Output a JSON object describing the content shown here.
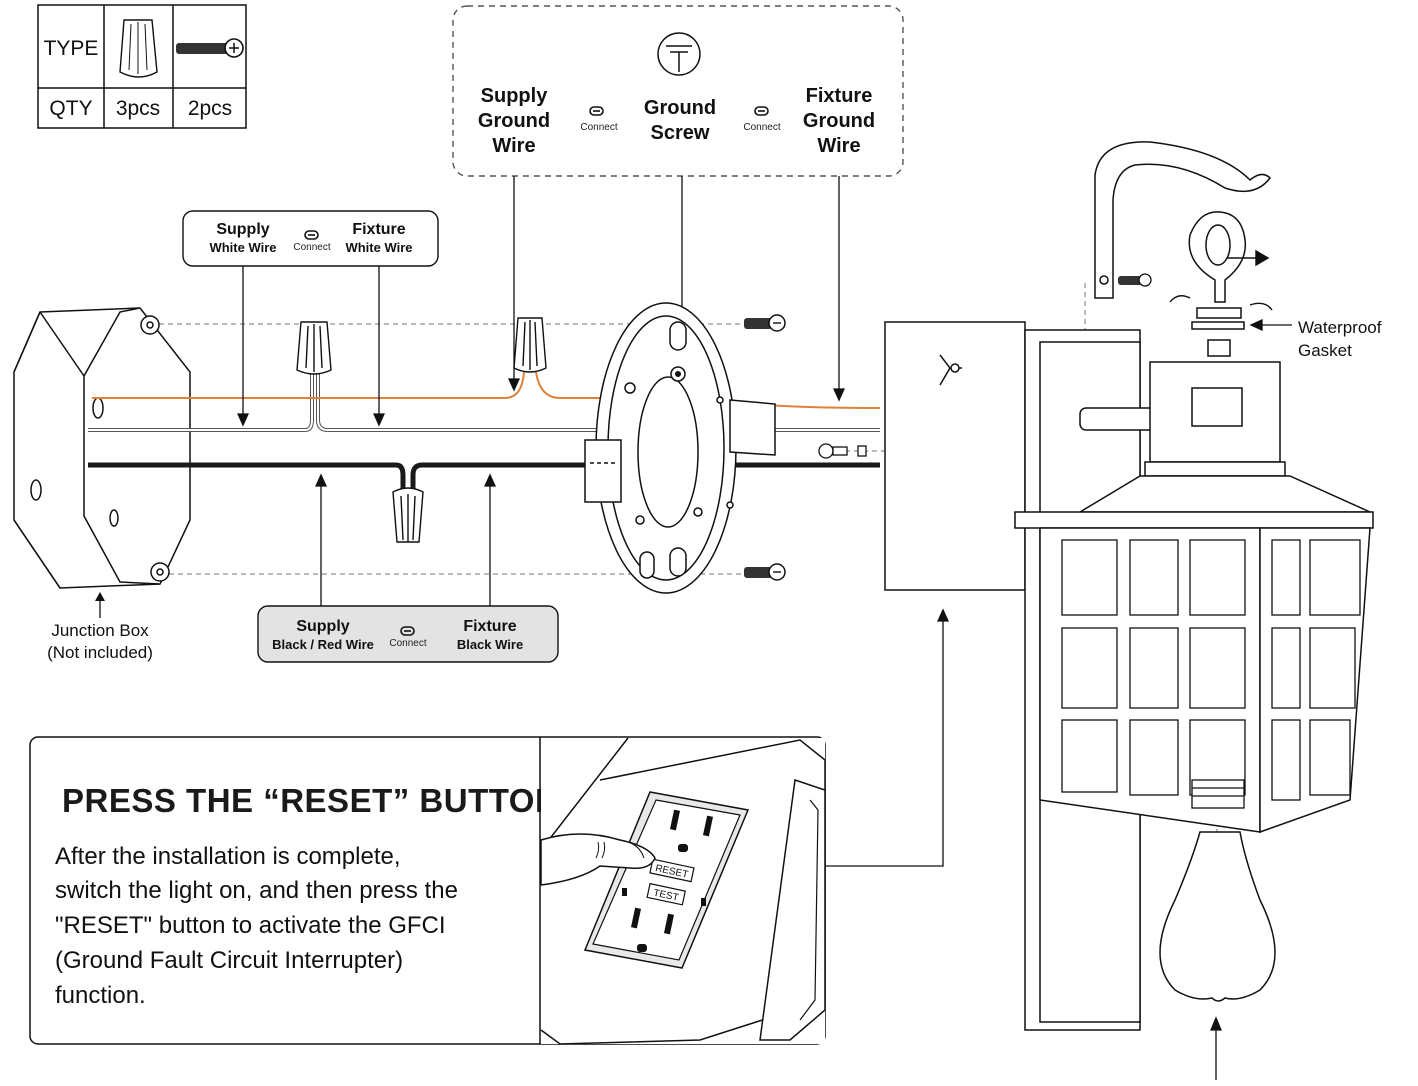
{
  "parts_table": {
    "row1_label": "TYPE",
    "row2_label": "QTY",
    "items": [
      {
        "icon": "wire-nut-icon",
        "qty": "3pcs"
      },
      {
        "icon": "screw-icon",
        "qty": "2pcs"
      }
    ]
  },
  "labels": {
    "connect": "Connect",
    "white_supply": "Supply",
    "white_supply_sub": "White Wire",
    "white_fixture": "Fixture",
    "white_fixture_sub": "White Wire",
    "black_supply": "Supply",
    "black_supply_sub": "Black / Red Wire",
    "black_fixture": "Fixture",
    "black_fixture_sub": "Black Wire",
    "ground_supply": [
      "Supply",
      "Ground",
      "Wire"
    ],
    "ground_screw": [
      "Ground",
      "Screw"
    ],
    "ground_fixture": [
      "Fixture",
      "Ground",
      "Wire"
    ],
    "junction_box": [
      "Junction Box",
      "(Not included)"
    ],
    "gasket": [
      "Waterproof",
      "Gasket"
    ]
  },
  "reset_panel": {
    "title": "PRESS THE “RESET” BUTTON",
    "body": [
      "After the installation is complete,",
      "switch the light on, and then press the",
      "\"RESET\" button to activate the GFCI",
      "(Ground Fault Circuit Interrupter)",
      "function."
    ],
    "reset_label": "RESET",
    "test_label": "TEST"
  },
  "colors": {
    "ground_wire": "#e0813a",
    "black_wire": "#1a1a1a",
    "panel_gray": "#e3e3e3"
  }
}
